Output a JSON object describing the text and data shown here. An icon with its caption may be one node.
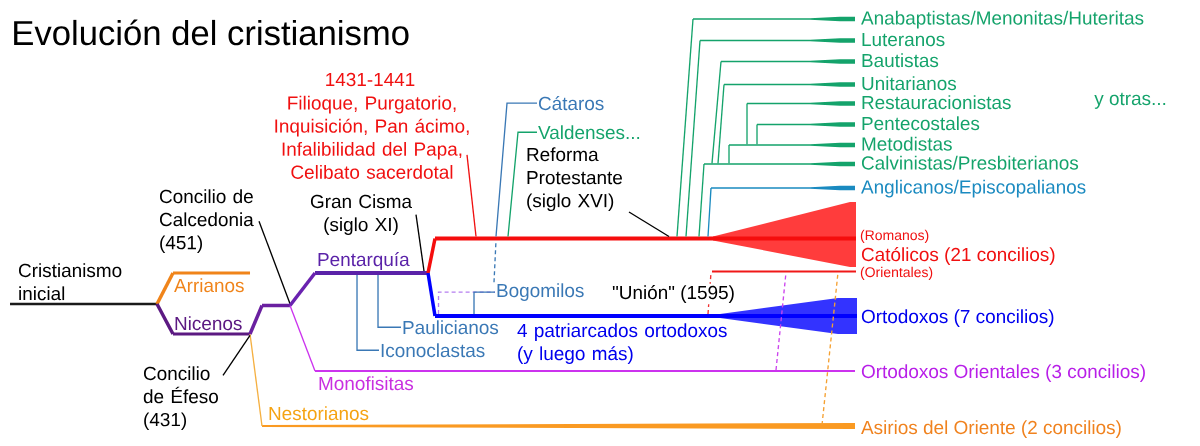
{
  "diagram": {
    "title": "Evolución del cristianismo",
    "nodes": [
      {
        "text": [
          "Cristianismo inicial"
        ]
      },
      {
        "text": [
          "Arrianos"
        ]
      },
      {
        "text": [
          "Nicenos"
        ]
      },
      {
        "text": [],
        "shape": "bar"
      },
      {
        "text": [
          "Pentarquía"
        ]
      },
      {
        "text": [
          "Monofisitas",
          "Ortodoxos Orientales (3 concilios)"
        ]
      },
      {
        "text": [
          "Nestorianos",
          "Asirios del Oriente (2 concilios)"
        ]
      },
      {
        "text": [
          "Iconoclastas"
        ]
      },
      {
        "text": [
          "Paulicianos"
        ]
      },
      {
        "text": [
          "(Romanos)",
          "Católicos (21 concilios)"
        ]
      },
      {
        "text": [
          "4 patriarcados ortodoxos (y luego más)",
          "Ortodoxos (7 concilios)"
        ]
      },
      {
        "text": [
          "Bogomilos"
        ]
      },
      {
        "text": [
          "Cátaros"
        ]
      },
      {
        "text": [
          "Valdenses..."
        ]
      },
      {
        "text": [
          "(Orientales)"
        ]
      },
      {
        "text": [
          "Anabaptistas/Menonitas/Huteritas"
        ]
      },
      {
        "text": [
          "Luteranos"
        ]
      },
      {
        "text": [
          "Bautistas"
        ]
      },
      {
        "text": [
          "Unitarianos"
        ]
      },
      {
        "text": [
          "Restauracionistas"
        ]
      },
      {
        "text": [
          "Pentecostales"
        ]
      },
      {
        "text": [
          "Metodistas"
        ]
      },
      {
        "text": [
          "Calvinistas/Presbiterianos"
        ]
      },
      {
        "text": [
          "Anglicanos/Episcopalianos"
        ]
      },
      {
        "text": [
          "Concilio de Calcedonia (451)"
        ]
      },
      {
        "text": [
          "Concilio de Éfeso (431)"
        ]
      },
      {
        "text": [
          "Gran Cisma (siglo XI)"
        ]
      },
      {
        "text": [
          "1431-1441",
          "Filioque, Purgatorio, Inquisición, Pan ácimo, Infalibilidad del Papa, Celibato sacerdotal"
        ]
      },
      {
        "text": [
          "Reforma Protestante (siglo XVI)"
        ]
      }
    ],
    "edges": [
      {
        "from": 0,
        "to": 1,
        "arrow": "none",
        "style": "thick",
        "color": "#f0841a"
      },
      {
        "from": 0,
        "to": 2,
        "arrow": "none",
        "style": "thick",
        "color": "#5c1a82"
      },
      {
        "from": 2,
        "to": 3,
        "arrow": "none",
        "style": "thick",
        "color": "#6a20a0"
      },
      {
        "from": 2,
        "to": 6,
        "arrow": "none",
        "color": "#f5b041"
      },
      {
        "from": 3,
        "to": 4,
        "arrow": "none",
        "style": "thick",
        "color": "#6a22b0"
      },
      {
        "from": 3,
        "to": 5,
        "arrow": "none",
        "color": "#cc33ee"
      },
      {
        "from": 4,
        "to": 7,
        "arrow": "none",
        "color": "#3a78b5"
      },
      {
        "from": 4,
        "to": 8,
        "arrow": "none",
        "color": "#3a78b5"
      },
      {
        "from": 4,
        "to": 9,
        "arrow": "none",
        "style": "thick",
        "color": "#f50d0d"
      },
      {
        "from": 4,
        "to": 10,
        "arrow": "none",
        "style": "thick",
        "color": "#0000ff"
      },
      {
        "from": 10,
        "to": 11,
        "arrow": "none",
        "style": "dashed",
        "color": "#b57ef0"
      },
      {
        "from": 10,
        "to": 11,
        "arrow": "none",
        "color": "#3a78b5"
      },
      {
        "from": 11,
        "to": 9,
        "arrow": "none",
        "style": "dashed",
        "color": "#3a78b5"
      },
      {
        "from": 9,
        "to": 12,
        "arrow": "none",
        "color": "#3a78b5"
      },
      {
        "from": 9,
        "to": 13,
        "arrow": "none"
      },
      {
        "from": 10,
        "to": 14,
        "arrow": "none",
        "label": "\"Unión\" (1595)",
        "style": "dashed",
        "color": "#f03030"
      },
      {
        "from": 5,
        "to": 14,
        "arrow": "none",
        "style": "dashed",
        "color": "#cc44ee"
      },
      {
        "from": 6,
        "to": 14,
        "arrow": "none",
        "style": "dashed",
        "color": "#f5a030"
      },
      {
        "from": 9,
        "to": 15,
        "arrow": "none"
      },
      {
        "from": 9,
        "to": 16,
        "arrow": "none"
      },
      {
        "from": 9,
        "to": 22,
        "arrow": "none"
      },
      {
        "from": 9,
        "to": 23,
        "arrow": "none",
        "color": "#1a8ac0"
      },
      {
        "from": 22,
        "to": 17,
        "arrow": "none"
      },
      {
        "from": 22,
        "to": 18,
        "arrow": "none"
      },
      {
        "from": 22,
        "to": 21,
        "arrow": "none"
      },
      {
        "from": 21,
        "to": 19,
        "arrow": "none"
      },
      {
        "from": 21,
        "to": 20,
        "arrow": "none"
      },
      {
        "from": 24,
        "to": 3,
        "arrow": "none",
        "color": "#000000"
      },
      {
        "from": 25,
        "to": 2,
        "arrow": "none",
        "color": "#000000"
      },
      {
        "from": 26,
        "to": 4,
        "arrow": "none",
        "color": "#000000"
      },
      {
        "from": 27,
        "to": 9,
        "arrow": "none",
        "color": "#f01010"
      },
      {
        "from": 28,
        "to": 9,
        "arrow": "none",
        "color": "#000000"
      }
    ],
    "labels": [
      "y otras..."
    ]
  }
}
